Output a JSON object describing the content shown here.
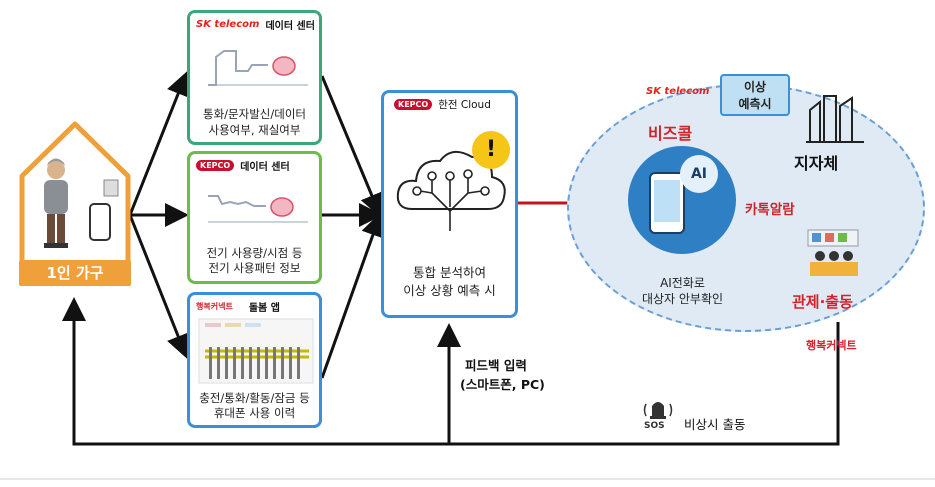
{
  "household": {
    "label": "1인 가구"
  },
  "cards": {
    "sk": {
      "logo": "SK telecom",
      "header": "데이터 센터",
      "text": [
        "통화/문자발신/데이터",
        "사용여부, 재실여부"
      ]
    },
    "kepco": {
      "logo": "KEPCO",
      "header": "데이터 센터",
      "text": [
        "전기 사용량/시점 등",
        "전기 사용패턴 정보"
      ]
    },
    "app": {
      "logo": "행복커넥트",
      "header": "돌봄 앱",
      "text": [
        "충전/통화/활동/잠금 등",
        "휴대폰 사용 이력"
      ]
    }
  },
  "cloud": {
    "logo": "KEPCO",
    "title": "한전 Cloud",
    "text": [
      "통합 분석하여",
      "이상 상황 예측 시"
    ],
    "alert": "!"
  },
  "right_zone": {
    "sk_logo": "SK telecom",
    "anomaly_box": [
      "이상",
      "예측시"
    ],
    "bizcall": "비즈콜",
    "ai_badge": "AI",
    "ai_caption": [
      "AI전화로",
      "대상자 안부확인"
    ],
    "kakao": "카톡알람",
    "city": "지자체",
    "control": "관제·출동",
    "happy_logo": "행복커넥트"
  },
  "feedback": [
    "피드백 입력",
    "(스마트폰, PC)"
  ],
  "sos": {
    "badge": "SOS",
    "text": "비상시 출동"
  },
  "colors": {
    "green": "#6cbd45",
    "teal": "#2aa198",
    "blue": "#3a8fd8",
    "house": "#f0a03a",
    "red": "#c0161b",
    "zone_fill": "#dfeaf5",
    "zone_border": "#6b9fd4"
  }
}
